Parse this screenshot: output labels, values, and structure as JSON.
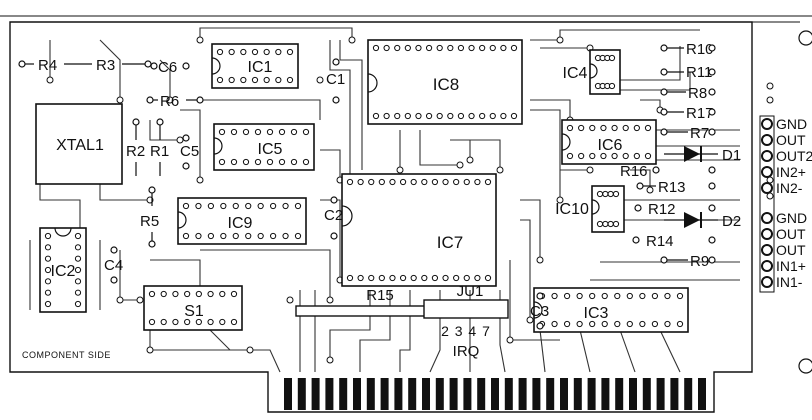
{
  "board": {
    "side_label": "COMPONENT SIDE",
    "colors": {
      "ink": "#111111",
      "paper": "#ffffff",
      "trace": "#333333"
    }
  },
  "chips": {
    "ic1": "IC1",
    "ic2": "IC2",
    "ic3": "IC3",
    "ic4": "IC4",
    "ic5": "IC5",
    "ic6": "IC6",
    "ic7": "IC7",
    "ic8": "IC8",
    "ic9": "IC9",
    "ic10": "IC10",
    "s1": "S1",
    "xtal1": "XTAL1",
    "r15": "R15"
  },
  "resistors": {
    "r1": "R1",
    "r2": "R2",
    "r3": "R3",
    "r4": "R4",
    "r5": "R5",
    "r6": "R6",
    "r7": "R7",
    "r8": "R8",
    "r9": "R9",
    "r10": "R10",
    "r11": "R11",
    "r12": "R12",
    "r13": "R13",
    "r14": "R14",
    "r16": "R16",
    "r17": "R17"
  },
  "capacitors": {
    "c1": "C1",
    "c2": "C2",
    "c3": "C3",
    "c4": "C4",
    "c5": "C5",
    "c6": "C6"
  },
  "diodes": {
    "d1": "D1",
    "d2": "D2"
  },
  "jumper": {
    "label": "JU1",
    "pins": "2 3 4 7",
    "caption": "IRQ"
  },
  "connector": {
    "labels": [
      "GND",
      "OUT",
      "OUT2",
      "IN2+",
      "IN2-",
      "GND",
      "OUT",
      "OUT",
      "IN1+",
      "IN1-"
    ]
  }
}
